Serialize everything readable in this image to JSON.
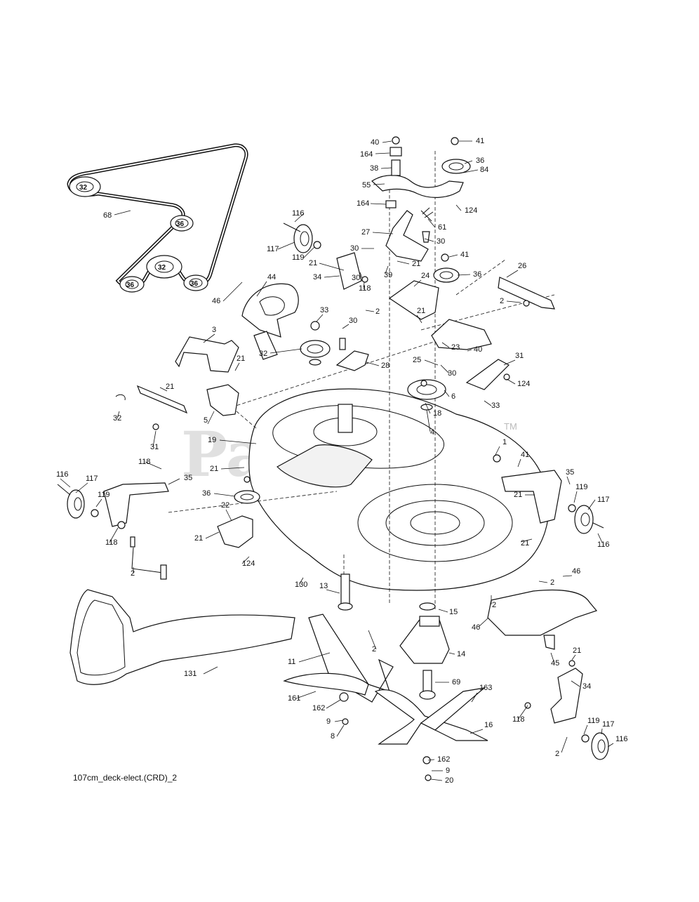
{
  "watermark": {
    "text": "PartsTree",
    "tm": "TM"
  },
  "caption": "107cm_deck-elect.(CRD)_2",
  "belt_diagram": {
    "belt_label": "68",
    "pulley_labels": [
      "32",
      "36",
      "32",
      "36",
      "36"
    ]
  },
  "callouts": [
    "40",
    "41",
    "164",
    "36",
    "38",
    "84",
    "55",
    "164",
    "124",
    "116",
    "61",
    "27",
    "30",
    "30",
    "117",
    "119",
    "41",
    "21",
    "30",
    "21",
    "39",
    "34",
    "118",
    "36",
    "46",
    "44",
    "26",
    "24",
    "2",
    "33",
    "2",
    "21",
    "30",
    "3",
    "32",
    "23",
    "40",
    "28",
    "21",
    "31",
    "25",
    "30",
    "124",
    "21",
    "6",
    "33",
    "18",
    "32",
    "5",
    "4",
    "31",
    "19",
    "1",
    "118",
    "21",
    "41",
    "116",
    "117",
    "21",
    "35",
    "35",
    "119",
    "119",
    "117",
    "36",
    "22",
    "118",
    "21",
    "21",
    "116",
    "2",
    "124",
    "130",
    "46",
    "2",
    "13",
    "15",
    "2",
    "46",
    "2",
    "11",
    "14",
    "131",
    "45",
    "21",
    "69",
    "163",
    "34",
    "161",
    "162",
    "16",
    "9",
    "118",
    "119",
    "117",
    "8",
    "116",
    "2",
    "162",
    "9",
    "20"
  ]
}
